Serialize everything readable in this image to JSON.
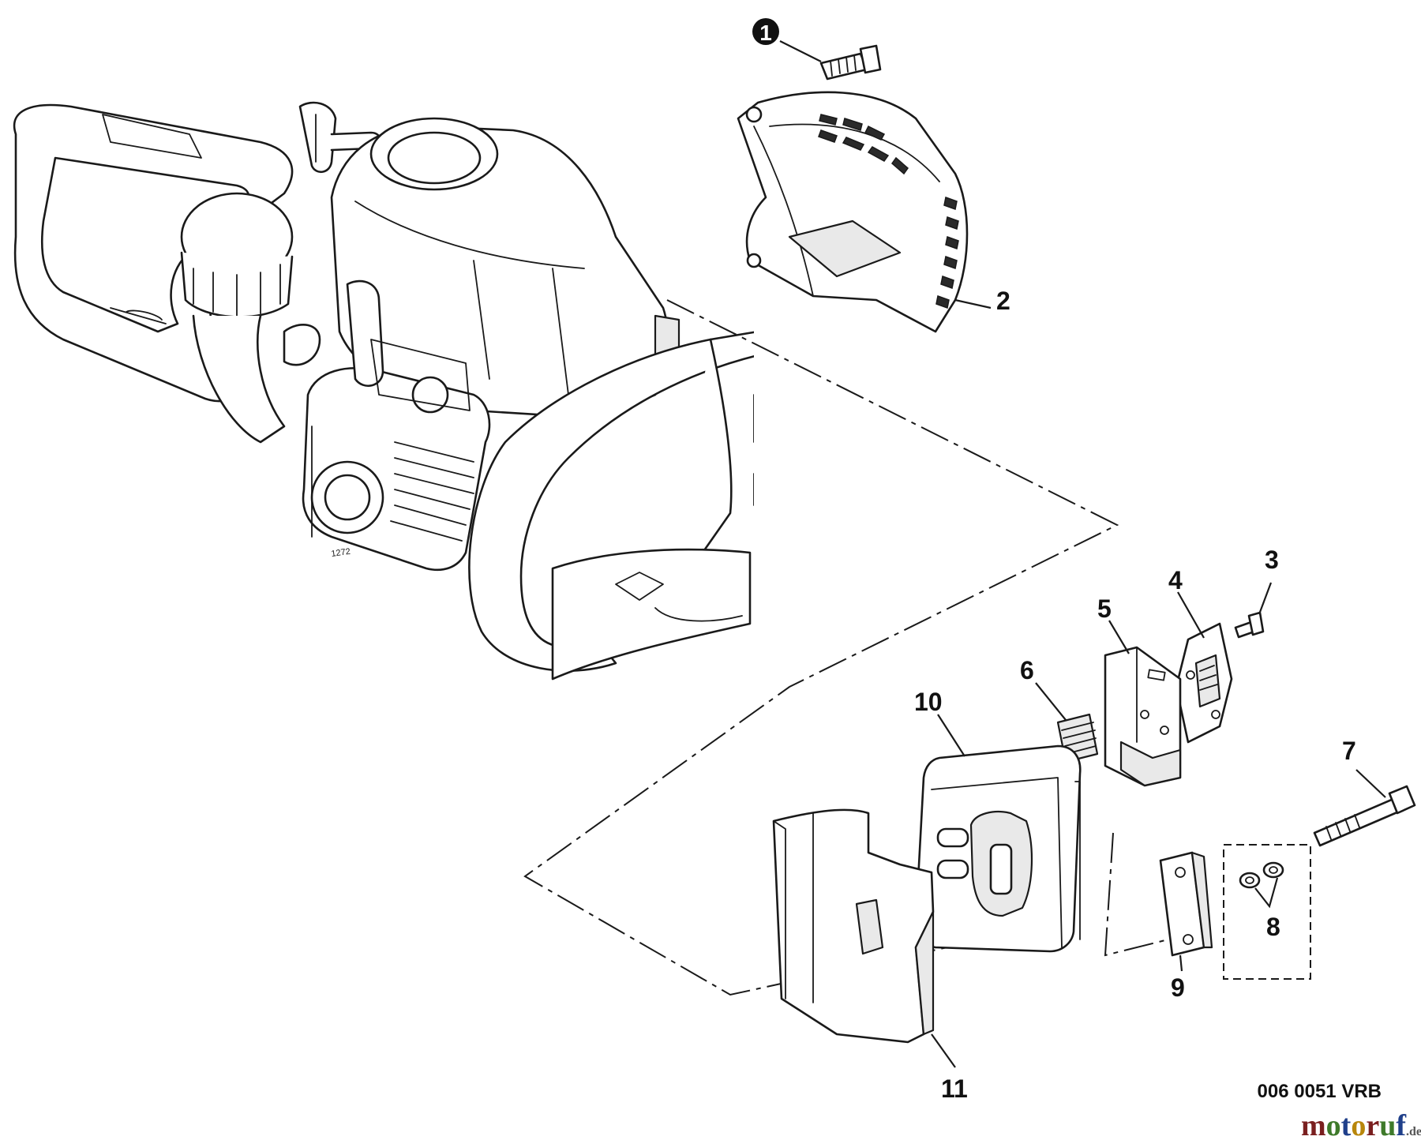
{
  "diagram": {
    "callouts": [
      {
        "id": "1",
        "label": "1"
      },
      {
        "id": "2",
        "label": "2"
      },
      {
        "id": "3",
        "label": "3"
      },
      {
        "id": "4",
        "label": "4"
      },
      {
        "id": "5",
        "label": "5"
      },
      {
        "id": "6",
        "label": "6"
      },
      {
        "id": "7",
        "label": "7"
      },
      {
        "id": "8",
        "label": "8"
      },
      {
        "id": "9",
        "label": "9"
      },
      {
        "id": "10",
        "label": "10"
      },
      {
        "id": "11",
        "label": "11"
      }
    ],
    "reference_code": "006 0051 VRB",
    "watermark": {
      "name": "motoruf",
      "suffix": ".de",
      "colors": [
        "#7a1f1f",
        "#3e7a2a",
        "#1f3f8a",
        "#b8860b"
      ]
    }
  },
  "colors": {
    "line": "#1a1a1a",
    "background": "#ffffff",
    "shade": "#e9e9e9"
  }
}
